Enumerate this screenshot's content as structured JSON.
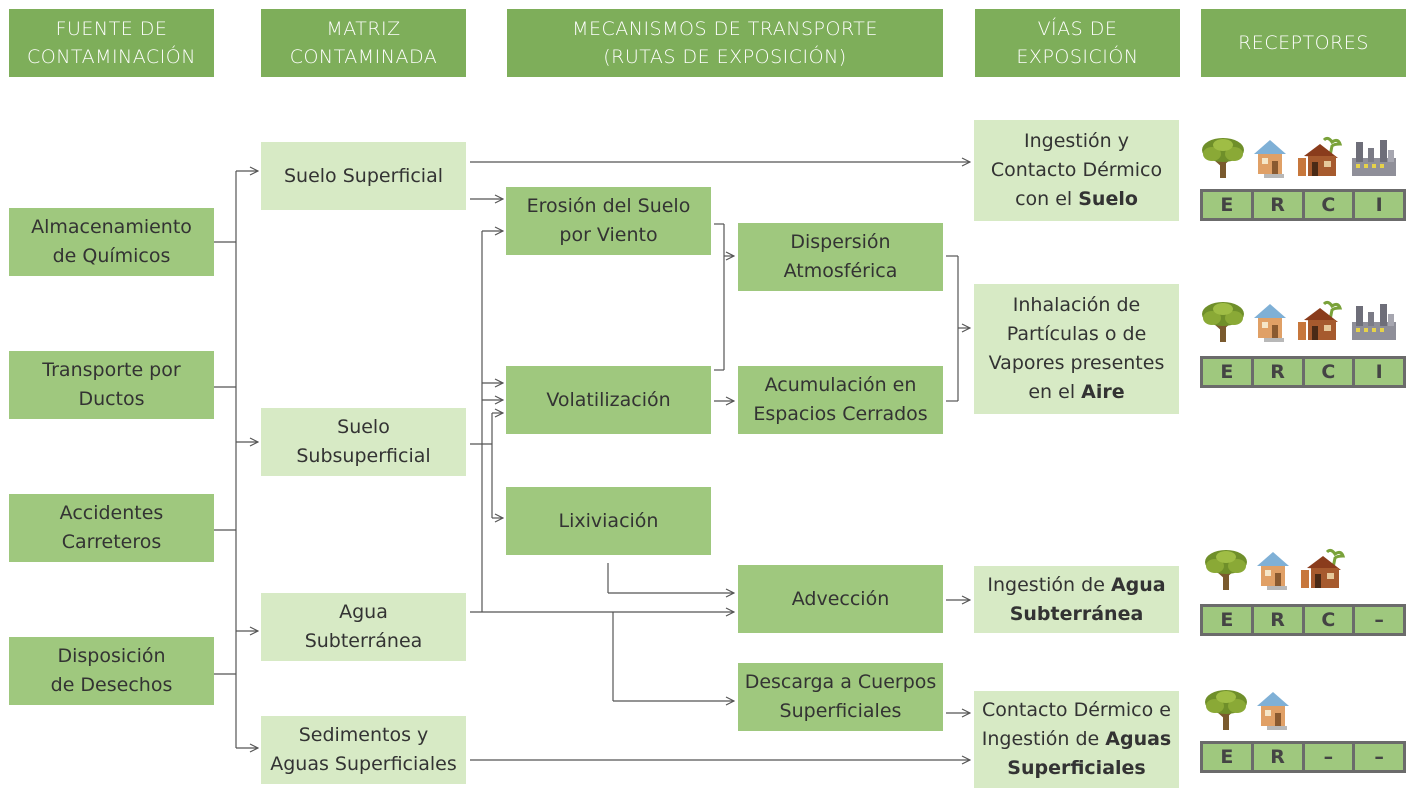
{
  "headers": {
    "source": "FUENTE DE\nCONTAMINACIÓN",
    "matrix": "MATRIZ\nCONTAMINADA",
    "mechanisms": "MECANISMOS DE TRANSPORTE\n(RUTAS DE EXPOSICIÓN)",
    "routes": "VÍAS DE\nEXPOSICIÓN",
    "receptors": "RECEPTORES"
  },
  "sources": [
    "Almacenamiento\nde Químicos",
    "Transporte por\nDuctos",
    "Accidentes\nCarreteros",
    "Disposición\nde Desechos"
  ],
  "matrices": [
    "Suelo Superficial",
    "Suelo\nSubsuperficial",
    "Agua\nSubterránea",
    "Sedimentos y\nAguas Superficiales"
  ],
  "mechanisms": {
    "erosion": "Erosión del Suelo\npor Viento",
    "volatilization": "Volatilización",
    "leaching": "Lixiviación",
    "dispersion": "Dispersión\nAtmosférica",
    "accumulation": "Acumulación en\nEspacios Cerrados",
    "advection": "Advección",
    "discharge": "Descarga a Cuerpos\nSuperficiales"
  },
  "routes": {
    "soil": {
      "pre": "Ingestión y\nContacto Dérmico\ncon el ",
      "bold": "Suelo"
    },
    "air": {
      "pre": "Inhalación de\nPartículas o de\nVapores presentes\nen el ",
      "bold": "Aire"
    },
    "groundwater": {
      "pre": "Ingestión de ",
      "bold": "Agua\nSubterránea"
    },
    "surface": {
      "pre": "Contacto Dérmico e\nIngestión de ",
      "bold": "Aguas\nSuperficiales"
    }
  },
  "receptors": [
    {
      "icons": [
        "tree-icon",
        "house-icon",
        "farm-icon",
        "industry-icon"
      ],
      "codes": [
        "E",
        "R",
        "C",
        "I"
      ]
    },
    {
      "icons": [
        "tree-icon",
        "house-icon",
        "farm-icon",
        "industry-icon"
      ],
      "codes": [
        "E",
        "R",
        "C",
        "I"
      ]
    },
    {
      "icons": [
        "tree-icon",
        "house-icon",
        "farm-icon"
      ],
      "codes": [
        "E",
        "R",
        "C",
        "–"
      ]
    },
    {
      "icons": [
        "tree-icon",
        "house-icon"
      ],
      "codes": [
        "E",
        "R",
        "–",
        "–"
      ]
    }
  ],
  "colors": {
    "header": "#7eae5a",
    "mid": "#9fc87e",
    "light": "#d7eac5",
    "line": "#555555"
  }
}
